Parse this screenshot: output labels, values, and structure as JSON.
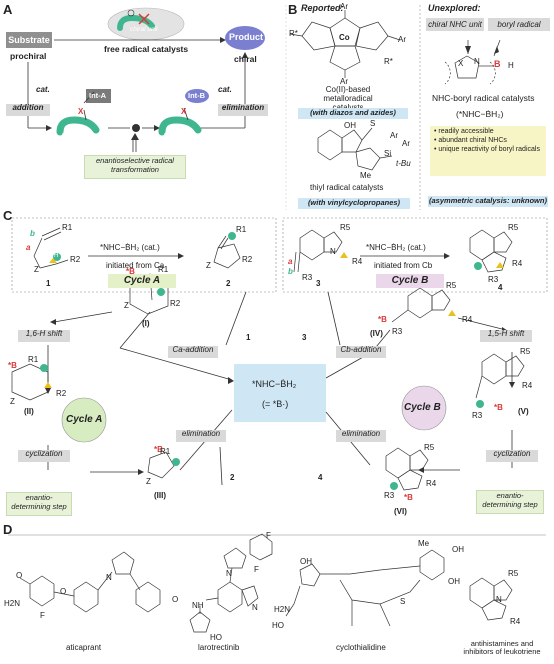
{
  "panels": {
    "a": "A",
    "b": "B",
    "c": "C",
    "d": "D"
  },
  "panel_a": {
    "substrate": "Substrate",
    "prochiral": "prochiral",
    "free_radical": "free radical catalysts",
    "chiral_unit": "chiral unit",
    "product": "Product",
    "chiral": "chiral",
    "cat_left": "cat.",
    "cat_right": "cat.",
    "addition": "addition",
    "elimination": "elimination",
    "int_a": "Int-A",
    "int_b": "Int-B",
    "x": "X",
    "enantio": "enantioselective radical transformation"
  },
  "panel_b": {
    "reported": "Reported:",
    "co_label": "Co(II)-based metalloradical catalysts",
    "co_box": "(with diazos and azides)",
    "thiyl_label": "thiyl radical catalysts",
    "thiyl_box": "(with vinylcyclopropanes)",
    "ar": "Ar",
    "r_star": "R*",
    "co": "Co",
    "n": "N",
    "oh": "OH",
    "s": "S",
    "si": "Si",
    "t_bu": "t-Bu",
    "me": "Me",
    "unexplored": "Unexplored:",
    "chiral_nhc": "chiral NHC unit",
    "boryl": "boryl radical",
    "nhc_boryl_label": "NHC-boryl radical catalysts",
    "nhc_formula": "(*NHC−ḂH₂)",
    "bullets": [
      "readily accessible",
      "abundant chiral NHCs",
      "unique reactivity of boryl radicals"
    ],
    "asym_box": "(asymmetric catalysis: unknown)"
  },
  "panel_c": {
    "reagent": "*NHC−ḂH₂ (cat.)",
    "init_a": "initiated from Ca",
    "init_b": "initiated from Cb",
    "cycle_a": "Cycle A",
    "cycle_b": "Cycle B",
    "num_1": "1",
    "num_2": "2",
    "num_3": "3",
    "num_4": "4",
    "roman": [
      "(I)",
      "(II)",
      "(III)",
      "(IV)",
      "(V)",
      "(VI)"
    ],
    "ca_addition": "Ca-addition",
    "cb_addition": "Cb-addition",
    "shift16": "1,6-H shift",
    "shift15": "1,5-H shift",
    "cyclization": "cyclization",
    "elimination": "elimination",
    "enantio_det": "enantio-determining step",
    "center_top": "*NHC−ḂH₂",
    "center_bot": "(= *B·)",
    "r1": "R1",
    "r2": "R2",
    "r3": "R3",
    "r4": "R4",
    "r5": "R5",
    "a": "a",
    "b": "b",
    "z": "Z",
    "h": "H",
    "b_star": "*B"
  },
  "panel_d": {
    "compounds": [
      "aticaprant",
      "larotrectinib",
      "cyclothialidine",
      "antihistamines and inhibitors of leukotriene"
    ],
    "labels": {
      "h2n": "H2N",
      "o": "O",
      "f": "F",
      "n": "N",
      "ho": "HO",
      "nh": "NH",
      "oh": "OH",
      "me": "Me",
      "s": "S",
      "r5": "R5",
      "r4": "R4"
    }
  },
  "colors": {
    "gray": "#d9d9d9",
    "blue": "#cfe6f5",
    "green": "#e7f2d8",
    "teal": "#3fb68f",
    "red": "#d83a3a",
    "purple": "#7b7fd0",
    "yellow": "#e7c21d",
    "pink": "#ead7ea"
  }
}
